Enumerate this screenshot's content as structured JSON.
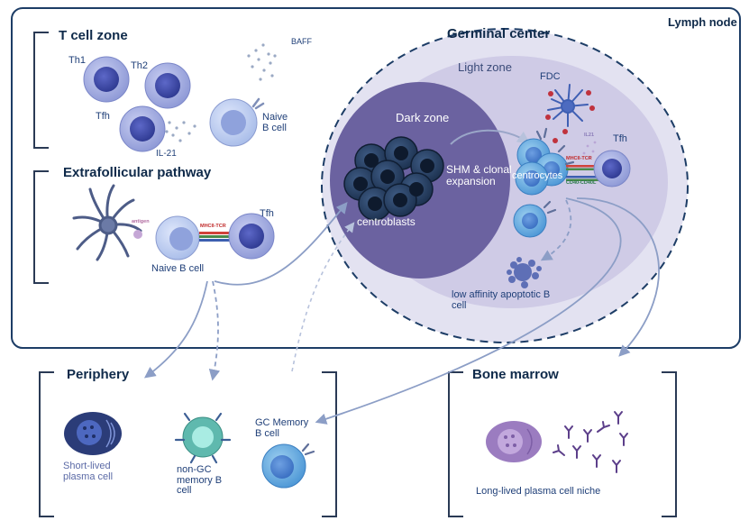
{
  "regions": {
    "lymph_node": "Lymph node",
    "t_cell_zone": "T cell zone",
    "extrafollicular": "Extrafollicular pathway",
    "germinal_center": "Germinal center",
    "light_zone": "Light zone",
    "dark_zone": "Dark zone",
    "periphery": "Periphery",
    "bone_marrow": "Bone marrow"
  },
  "cells": {
    "th1": "Th1",
    "th2": "Th2",
    "tfh_tzone": "Tfh",
    "naive_b_tzone": "Naive B cell",
    "naive_b_extra": "Naive B cell",
    "tfh_extra": "Tfh",
    "centroblasts": "centroblasts",
    "centrocytes": "centrocytes",
    "fdc": "FDC",
    "tfh_gc": "Tfh",
    "low_affinity": "low affinity apoptotic B cell",
    "short_lived": "Short-lived plasma cell",
    "non_gc_memory": "non-GC memory B cell",
    "gc_memory": "GC Memory B cell",
    "long_lived": "Long-lived plasma cell niche"
  },
  "molecules": {
    "baff": "BAFF",
    "il21_tzone": "IL-21",
    "il21_gc": "IL21",
    "antigen": "antigen",
    "mhc_tcr_extra": "MHCII-TCR",
    "mhc_tcr_gc": "MHCII-TCR",
    "cd40": "CD40-CD40L"
  },
  "processes": {
    "shm": "SHM & clonal expansion"
  },
  "colors": {
    "frame": "#1d3d66",
    "gc_outer": "#e3e2f1",
    "light_zone": "#cfcbe6",
    "dark_zone": "#6b62a0",
    "cell_outer": "#aeb7e6",
    "cell_nucleus": "#3f4aa8",
    "arrow": "#8c9ec6",
    "centroblast": "#213754"
  }
}
